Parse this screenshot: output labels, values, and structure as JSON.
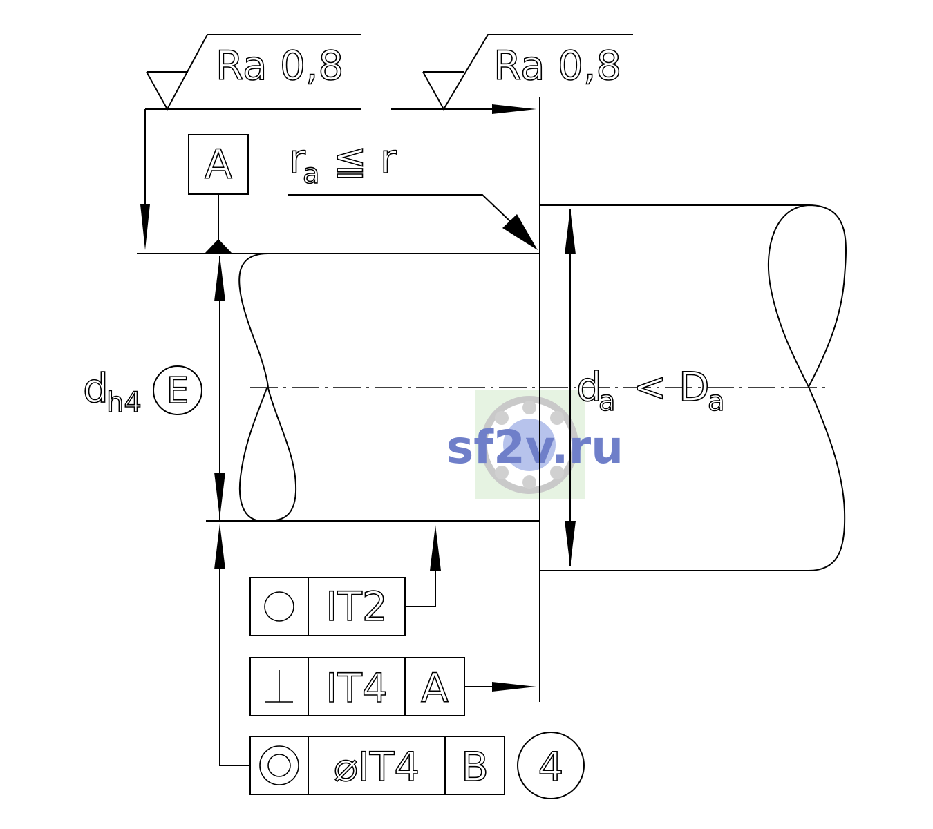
{
  "surface_finish": {
    "left": "Ra 0,8",
    "right": "Ra 0,8"
  },
  "datum": {
    "letter": "A"
  },
  "radius_note": {
    "r": "r",
    "sub": "a",
    "relation": "≦",
    "value": "r"
  },
  "shaft_dim": {
    "d": "d",
    "sub": "h4",
    "envelope": "E"
  },
  "housing_dim": {
    "d": "d",
    "d_sub": "a",
    "relation": "<",
    "D": "D",
    "D_sub": "a"
  },
  "tolerance_frames": [
    {
      "symbol": "○",
      "value": "IT2"
    },
    {
      "symbol": "⊥",
      "value": "IT4",
      "datum": "A"
    },
    {
      "symbol": "◎",
      "value": "⌀IT4",
      "datum": "B",
      "note": "4"
    }
  ],
  "watermark": "sf2v.ru"
}
